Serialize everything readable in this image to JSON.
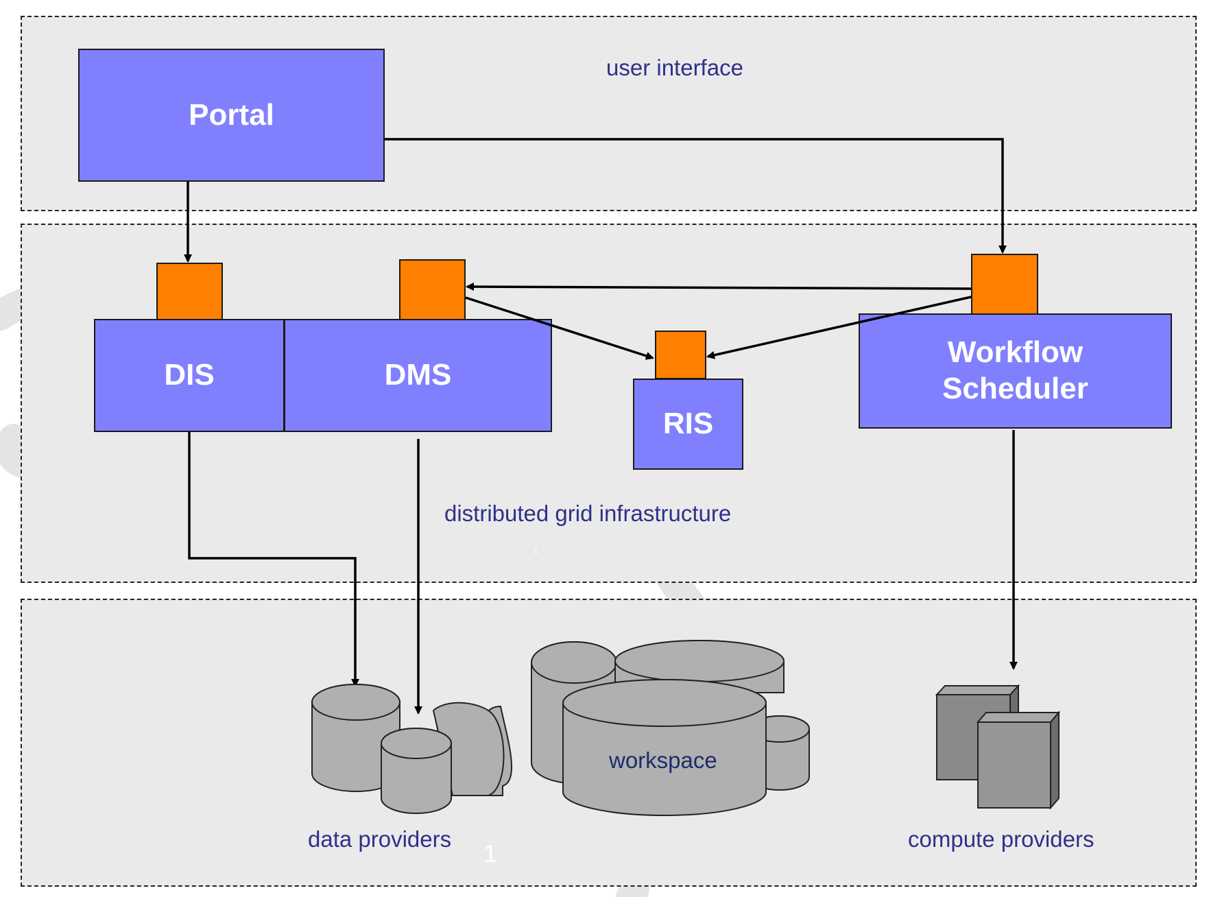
{
  "layers": {
    "user_interface": "user interface",
    "grid": "distributed grid infrastructure"
  },
  "components": {
    "portal": "Portal",
    "dis": "DIS",
    "dms": "DMS",
    "ris": "RIS",
    "workflow_line1": "Workflow",
    "workflow_line2": "Scheduler"
  },
  "resources": {
    "data_providers": "data providers",
    "workspace": "workspace",
    "compute_providers": "compute providers"
  },
  "page_marks": {
    "small": "1",
    "large": "1"
  },
  "colors": {
    "component_fill": "#8080ff",
    "interface_fill": "#ff8000",
    "layer_fill": "#eaeaea",
    "label_text": "#30308a",
    "storage_fill": "#b0b0b0"
  }
}
